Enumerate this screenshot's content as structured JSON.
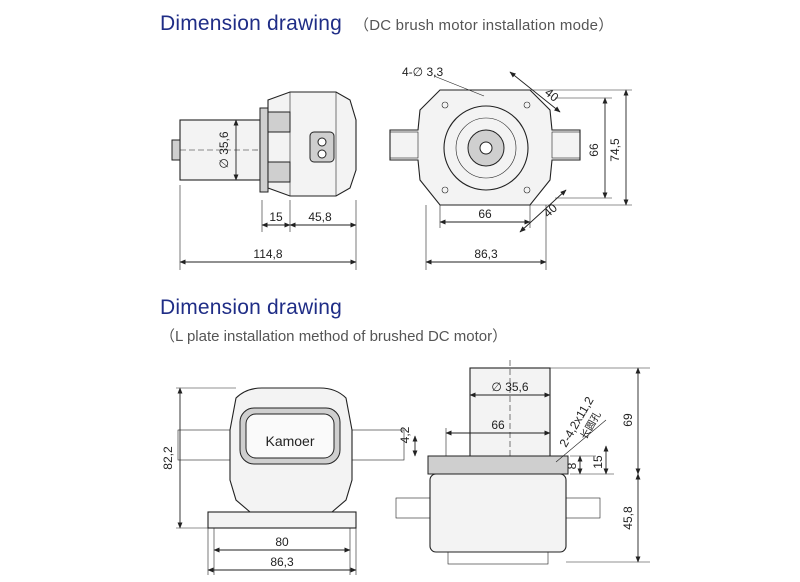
{
  "section1": {
    "title": "Dimension drawing",
    "subtitle": "（DC brush motor installation mode）",
    "side_view": {
      "diameter_label": "∅ 35,6",
      "dims": [
        "15",
        "45,8",
        "114,8"
      ]
    },
    "front_view": {
      "holes_label": "4-∅  3,3",
      "dims": [
        "40",
        "66",
        "74,5",
        "66",
        "40",
        "86,3"
      ]
    }
  },
  "section2": {
    "title": "Dimension drawing",
    "subtitle": "（L plate installation method of brushed DC motor）",
    "front_view": {
      "logo_text": "Kamoer",
      "dims": [
        "82,2",
        "80",
        "86,3"
      ]
    },
    "side_view": {
      "diameter_label": "∅  35,6",
      "slot_label": "2-4,2x11,2",
      "slot_note": "长圆孔",
      "dims": [
        "4,2",
        "66",
        "8",
        "15",
        "69",
        "45,8"
      ]
    }
  }
}
